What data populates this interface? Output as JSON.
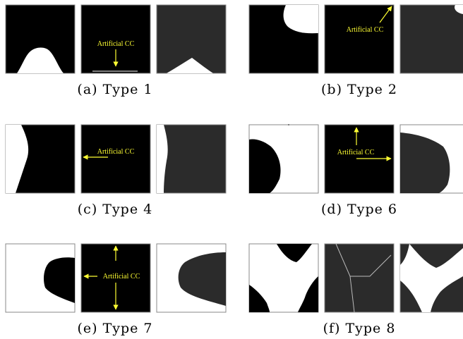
{
  "figure": {
    "colors": {
      "foreground": "#ffffff",
      "background": "#000000",
      "dark_gray": "#2b2b2b",
      "annotation": "#ffff33"
    },
    "annotation_label": "Artificial CC",
    "panels": [
      {
        "id": "a",
        "caption": "(a) Type 1"
      },
      {
        "id": "b",
        "caption": "(b) Type 2"
      },
      {
        "id": "c",
        "caption": "(c) Type 4"
      },
      {
        "id": "d",
        "caption": "(d) Type 6"
      },
      {
        "id": "e",
        "caption": "(e) Type 7"
      },
      {
        "id": "f",
        "caption": "(f) Type 8"
      }
    ]
  }
}
